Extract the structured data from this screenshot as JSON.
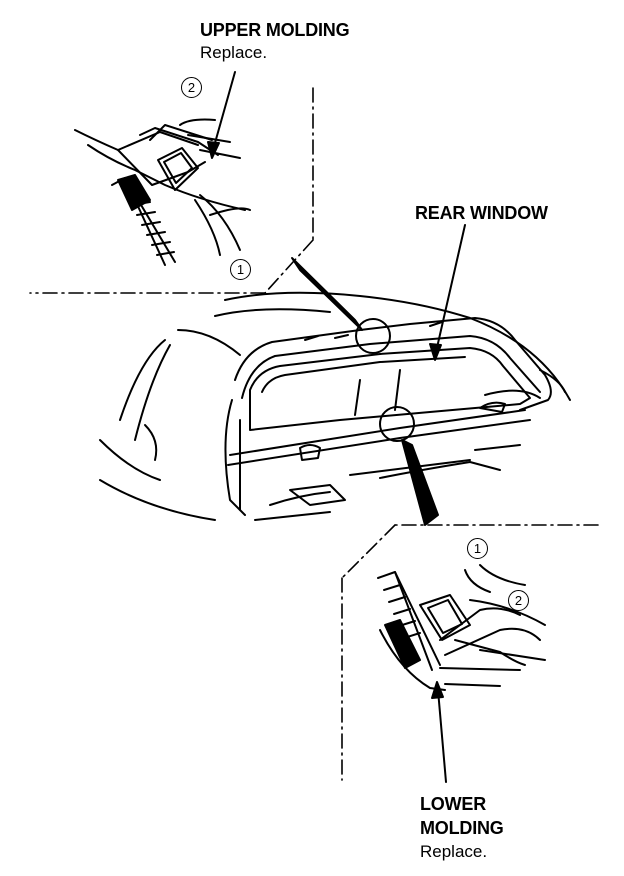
{
  "labels": {
    "upper_molding": {
      "title": "UPPER MOLDING",
      "note": "Replace."
    },
    "rear_window": "REAR WINDOW",
    "lower_molding": {
      "title_line1": "LOWER",
      "title_line2": "MOLDING",
      "note": "Replace."
    }
  },
  "callouts": {
    "upper_detail": {
      "one": "1",
      "two": "2"
    },
    "lower_detail": {
      "one": "1",
      "two": "2"
    }
  }
}
